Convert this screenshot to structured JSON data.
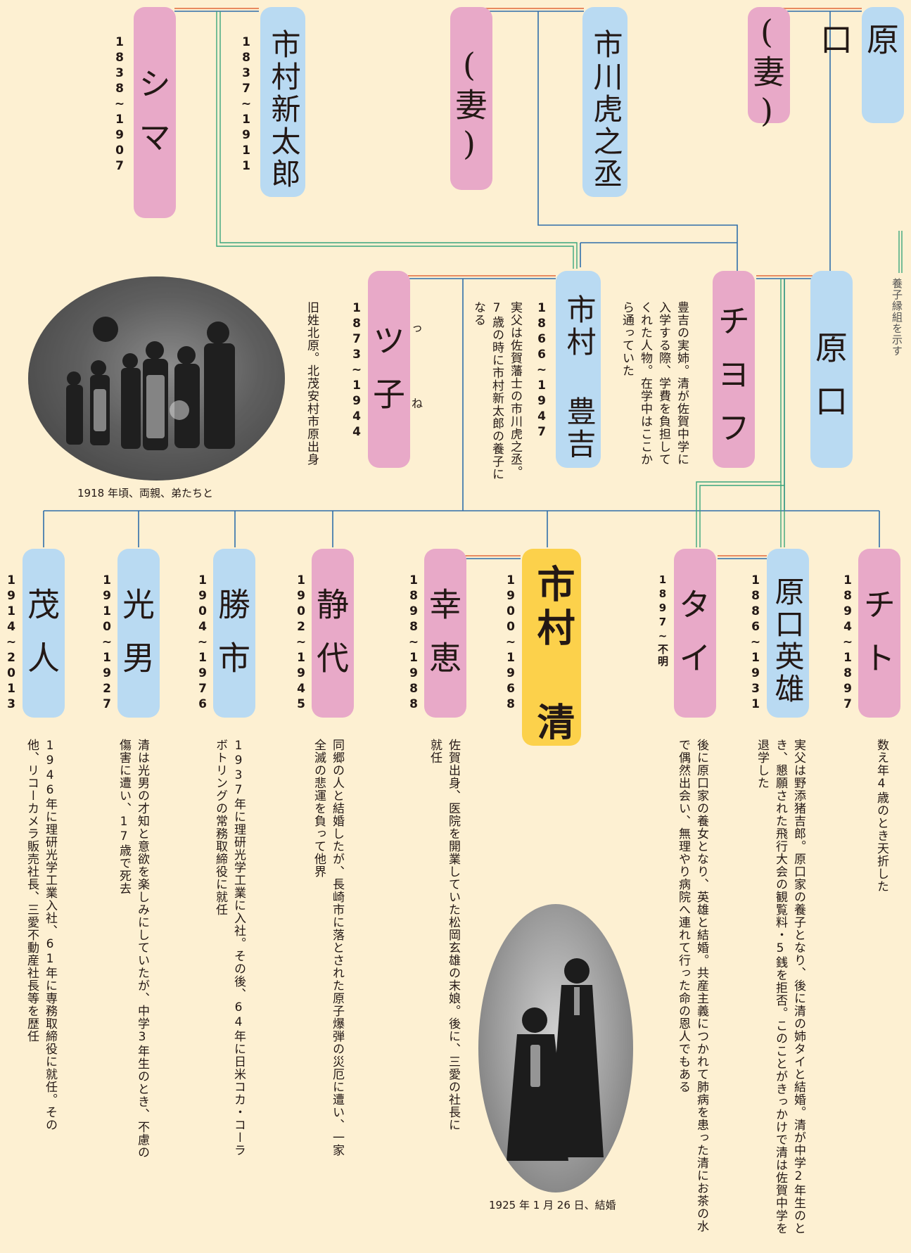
{
  "legend": {
    "label": "養子縁組を示す"
  },
  "row1": {
    "shima": {
      "name": "シマ",
      "dates": "1838~1907"
    },
    "shintaro": {
      "name": "市村新太郎",
      "dates": "1837~1911"
    },
    "tsuma1": {
      "name": "(妻)"
    },
    "toranojo": {
      "name": "市川虎之丞"
    },
    "tsuma2": {
      "name": "(妻)"
    },
    "haraguchi1": {
      "name": "原口"
    }
  },
  "row2": {
    "tsune": {
      "name": "ツ子",
      "ruby_tsu": "っ",
      "ruby_ne": "ね",
      "dates": "1873~1944",
      "note": "旧姓北原。北茂安村市原出身"
    },
    "toyokichi": {
      "name": "市村 豊吉",
      "dates": "1866~1947",
      "note": "実父は佐賀藩士の市川虎之丞。7歳の時に市村新太郎の養子になる"
    },
    "chiyofu": {
      "name": "チヨフ",
      "note": "豊吉の実姉。清が佐賀中学に入学する際、学費を負担してくれた人物。在学中はここから通っていた"
    },
    "haraguchi2": {
      "name": "原口"
    }
  },
  "row3": {
    "shigeto": {
      "name": "茂人",
      "dates": "1914~2013",
      "note": "1946年に理研光学工業入社、61年に専務取締役に就任。その他、リコーカメラ販売社長、三愛不動産社長等を歴任"
    },
    "mitsuo": {
      "name": "光男",
      "dates": "1910~1927",
      "note": "清は光男の才知と意欲を楽しみにしていたが、中学3年生のとき、不慮の傷害に遭い、17歳で死去"
    },
    "katsuichi": {
      "name": "勝市",
      "dates": "1904~1976",
      "note": "1937年に理研光学工業に入社。その後、64年に日米コカ・コーラボトリングの常務取締役に就任"
    },
    "shizuyo": {
      "name": "静代",
      "dates": "1902~1945",
      "note": "同郷の人と結婚したが、長崎市に落とされた原子爆弾の災厄に遭い、一家全滅の悲運を負って他界"
    },
    "yukie": {
      "name": "幸恵",
      "dates": "1898~1988",
      "note": "佐賀出身、医院を開業していた松岡玄雄の末娘。後に、三愛の社長に就任"
    },
    "kiyoshi": {
      "name": "市村 清",
      "dates": "1900~1968"
    },
    "tai": {
      "name": "タイ",
      "dates": "1897~不明",
      "note": "後に原口家の養女となり、英雄と結婚。共産主義につかれて肺病を患った清にお茶の水で偶然出会い、無理やり病院へ連れて行った命の恩人でもある"
    },
    "hideo": {
      "name": "原口英雄",
      "dates": "1886~1931",
      "note": "実父は野添猪吉郎。原口家の養子となり、後に清の姉タイと結婚。清が中学2年生のとき、懇願された飛行大会の観覧料・5銭を拒否。このことがきっかけで清は佐賀中学を退学した"
    },
    "chito": {
      "name": "チト",
      "dates": "1894~1897",
      "note": "数え年4歳のとき天折した"
    }
  },
  "photos": {
    "family": {
      "caption": "1918 年頃、両親、弟たちと"
    },
    "wedding": {
      "caption": "1925 年 1 月 26 日、結婚"
    }
  },
  "colors": {
    "female": "#e8a9c8",
    "male": "#b9daf2",
    "main": "#fcd14b",
    "background": "#fdf0d2",
    "line_blue": "#2f6eaa",
    "line_red": "#e2683b",
    "line_green": "#3aa57c"
  }
}
